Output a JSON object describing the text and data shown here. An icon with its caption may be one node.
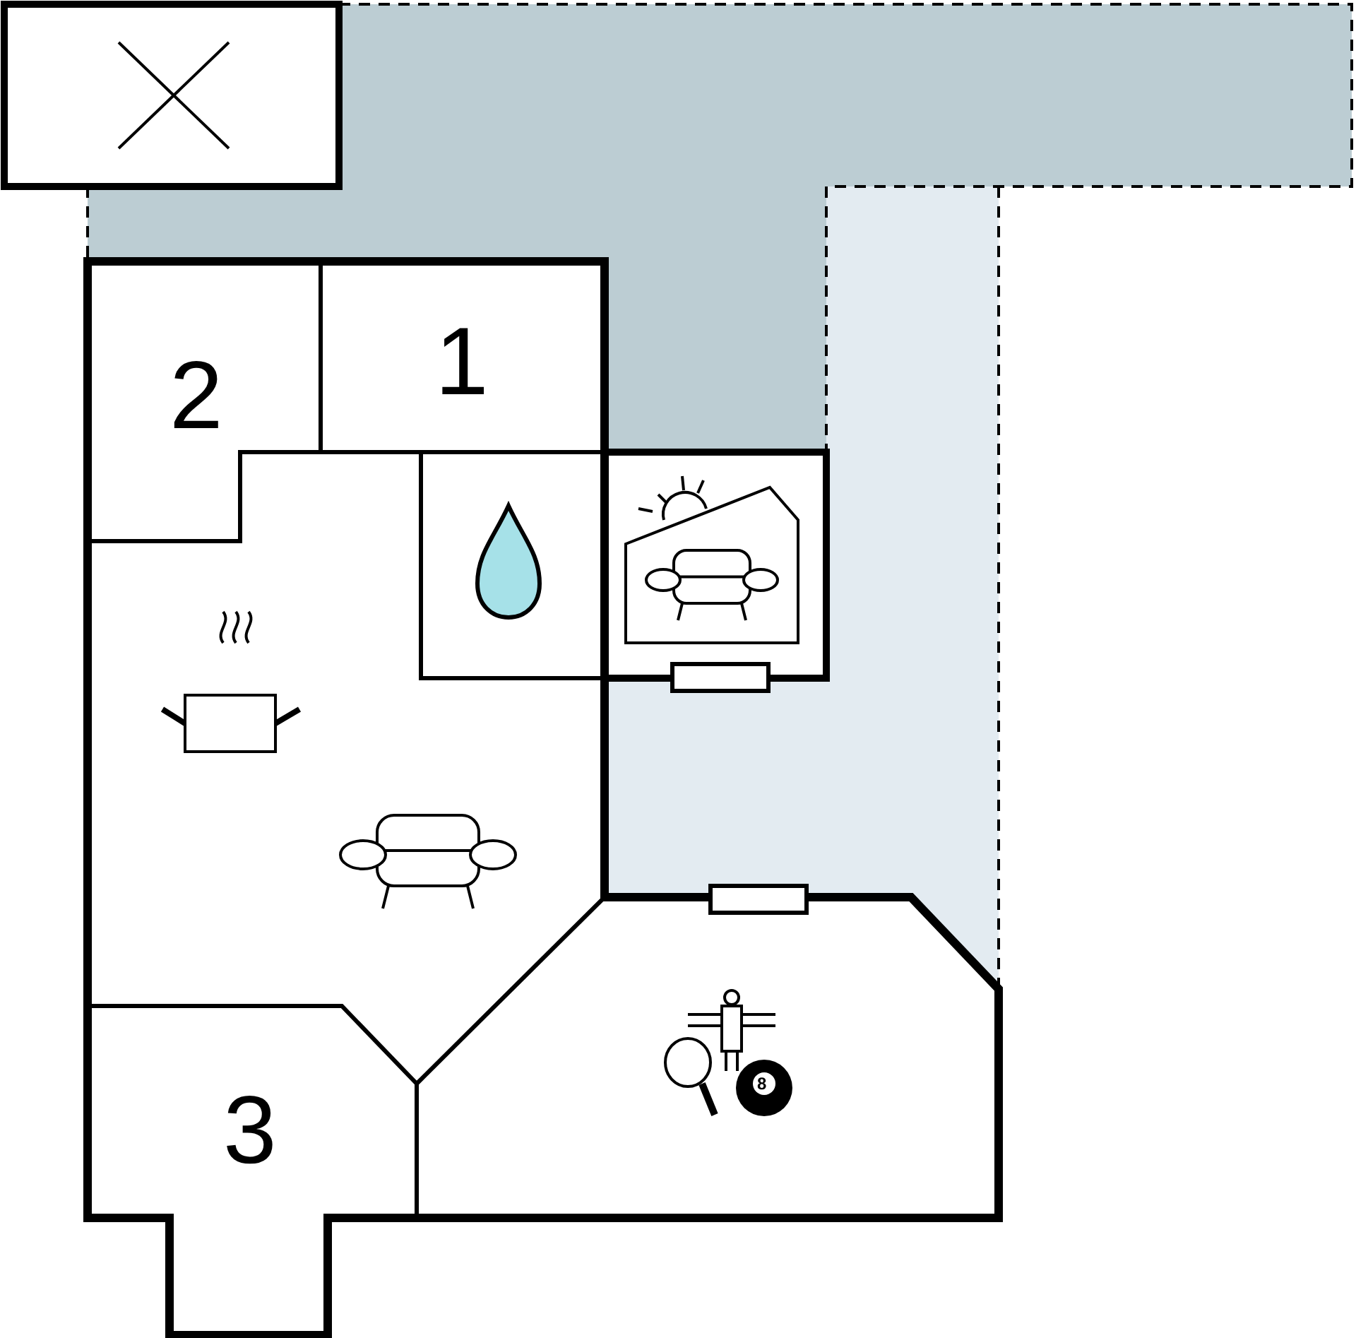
{
  "diagram": {
    "labels": [
      "2",
      "1",
      "3",
      "8"
    ]
  }
}
